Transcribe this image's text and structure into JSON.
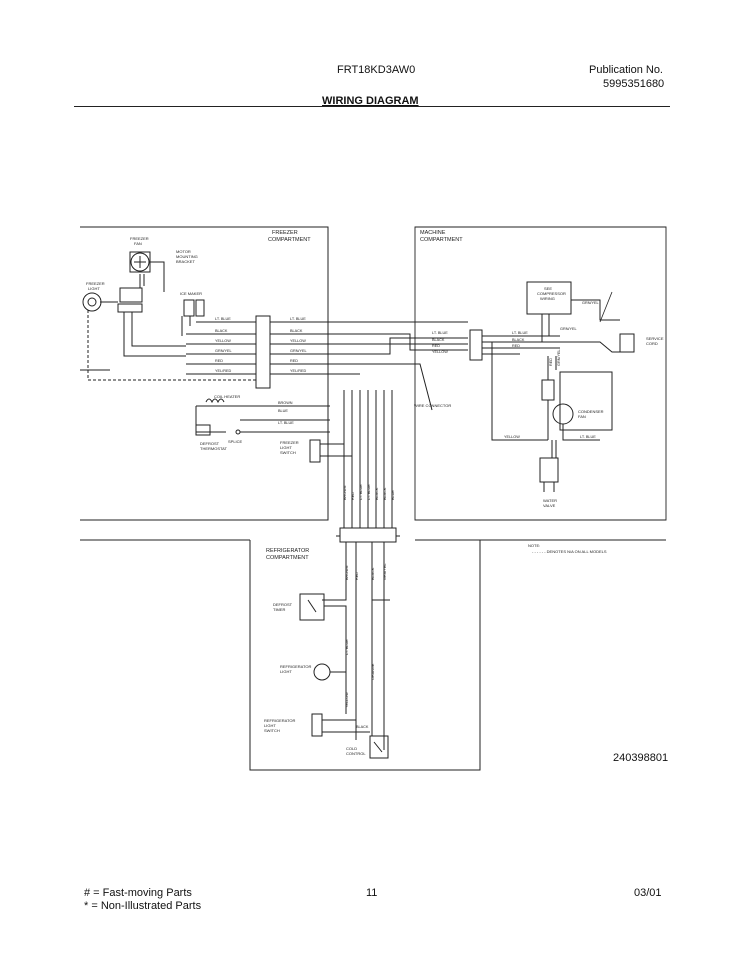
{
  "header": {
    "model": "FRT18KD3AW0",
    "publication_label": "Publication No.",
    "publication_number": "5995351680",
    "title": "WIRING DIAGRAM"
  },
  "compartments": {
    "freezer": [
      "FREEZER",
      "COMPARTMENT"
    ],
    "machine": [
      "MACHINE",
      "COMPARTMENT"
    ],
    "refrigerator": [
      "REFRIGERATOR",
      "COMPARTMENT"
    ]
  },
  "components": {
    "freezer_fan": [
      "FREEZER",
      "FAN"
    ],
    "motor_bracket": [
      "MOTOR",
      "MOUNTING",
      "BRACKET"
    ],
    "freezer_light": [
      "FREEZER",
      "LIGHT"
    ],
    "ice_maker": "ICE MAKER",
    "coil_heater": "COIL HEATER",
    "splice": "SPLICE",
    "defrost_thermostat": [
      "DEFROST",
      "THERMOSTAT"
    ],
    "freezer_light_switch": [
      "FREEZER",
      "LIGHT",
      "SWITCH"
    ],
    "compressor_wiring": [
      "SEE",
      "COMPRESSOR",
      "WIRING"
    ],
    "service_cord": [
      "SERVICE",
      "CORD"
    ],
    "condenser_fan": [
      "CONDENSER",
      "FAN"
    ],
    "water_valve": [
      "WATER",
      "VALVE"
    ],
    "wire_connector": "WIRE CONNECTOR",
    "defrost_timer": [
      "DEFROST",
      "TIMER"
    ],
    "refrigerator_light": [
      "REFRIGERATOR",
      "LIGHT"
    ],
    "refrigerator_light_switch": [
      "REFRIGERATOR",
      "LIGHT",
      "SWITCH"
    ],
    "cold_control": [
      "COLD",
      "CONTROL"
    ]
  },
  "wires": {
    "freezer_block": [
      "LT. BLUE",
      "LT. BLUE",
      "BLACK",
      "BLACK",
      "YELLOW",
      "YELLOW",
      "GRN/YEL",
      "GRN/YEL",
      "RED",
      "RED",
      "YEL/RED",
      "YEL/RED"
    ],
    "machine_block_left": [
      "LT. BLUE",
      "BLACK",
      "RED",
      "YELLOW"
    ],
    "machine_block_right": [
      "LT. BLUE",
      "BLACK",
      "RED"
    ],
    "misc": [
      "BROWN",
      "BLUE",
      "LT. BLUE",
      "GRN/YEL",
      "GRN/YEL",
      "YELLOW",
      "LT. BLUE",
      "RED",
      "ORANGE",
      "BLACK"
    ],
    "vertical_upper": [
      "BROWN",
      "RED",
      "LT. BLUE",
      "LT. BLUE",
      "BLACK",
      "BLACK",
      "BLUE"
    ],
    "vertical_lower": [
      "BROWN",
      "RED",
      "BLACK",
      "GRN/YEL"
    ]
  },
  "note": {
    "label": "NOTE:",
    "text": "- - - - - - DENOTES N/A ON ALL MODELS"
  },
  "drawing_number": "240398801",
  "footer": {
    "legend": [
      "# = Fast-moving Parts",
      "* = Non-Illustrated Parts"
    ],
    "page": "11",
    "date": "03/01"
  }
}
